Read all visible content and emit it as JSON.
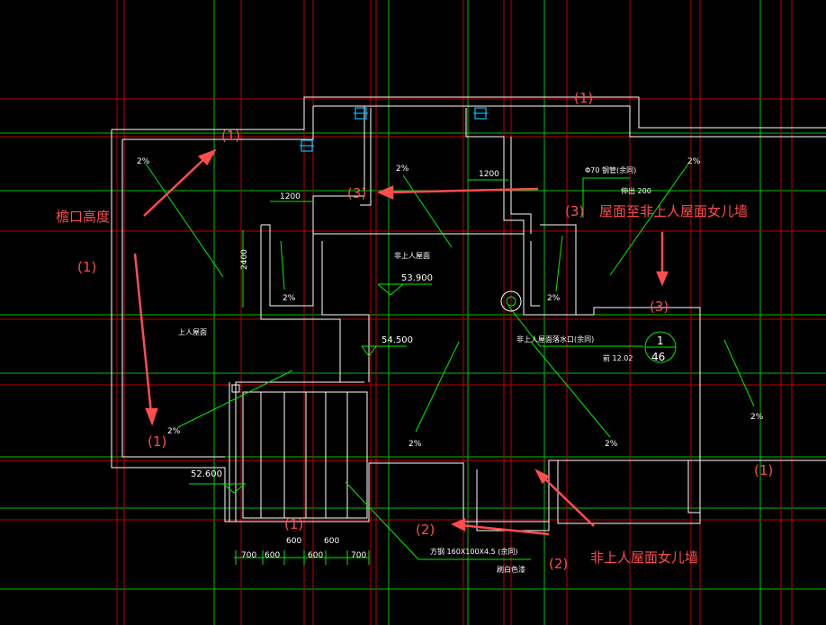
{
  "annotations": {
    "eave_height": "檐口高度",
    "roof_to_parapet": "屋面至非上人屋面女儿墙",
    "nonaccess_parapet": "非上人屋面女儿墙",
    "mark_1": "(1)",
    "mark_2": "(2)",
    "mark_3": "(3)"
  },
  "drawing": {
    "slope": "2%",
    "dim_1200": "1200",
    "dim_2400": "2400",
    "dim_600": "600",
    "dim_700": "700",
    "pipe_note": "Φ70 钢管(余同)",
    "height_note": "伸出 200",
    "nonaccess_roof": "非上人屋面",
    "accessible_roof": "上人屋面",
    "elev_53900": "53.900",
    "elev_54500": "54.500",
    "elev_52600": "52.600",
    "drain_note": "非上人屋面落水口(余同)",
    "drain_level": "前 12.02",
    "detail_top": "1",
    "detail_bottom": "46",
    "steel_note": "方钢 160X100X4.5 (余同)",
    "paint_note": "刷白色漆"
  },
  "colors": {
    "background": "#000000",
    "grid_red": "#cc0000",
    "grid_green": "#00cc00",
    "wall": "#ffffff",
    "annotation": "#ff4d4d",
    "leader": "#00ff00",
    "fixture": "#00bfff"
  }
}
